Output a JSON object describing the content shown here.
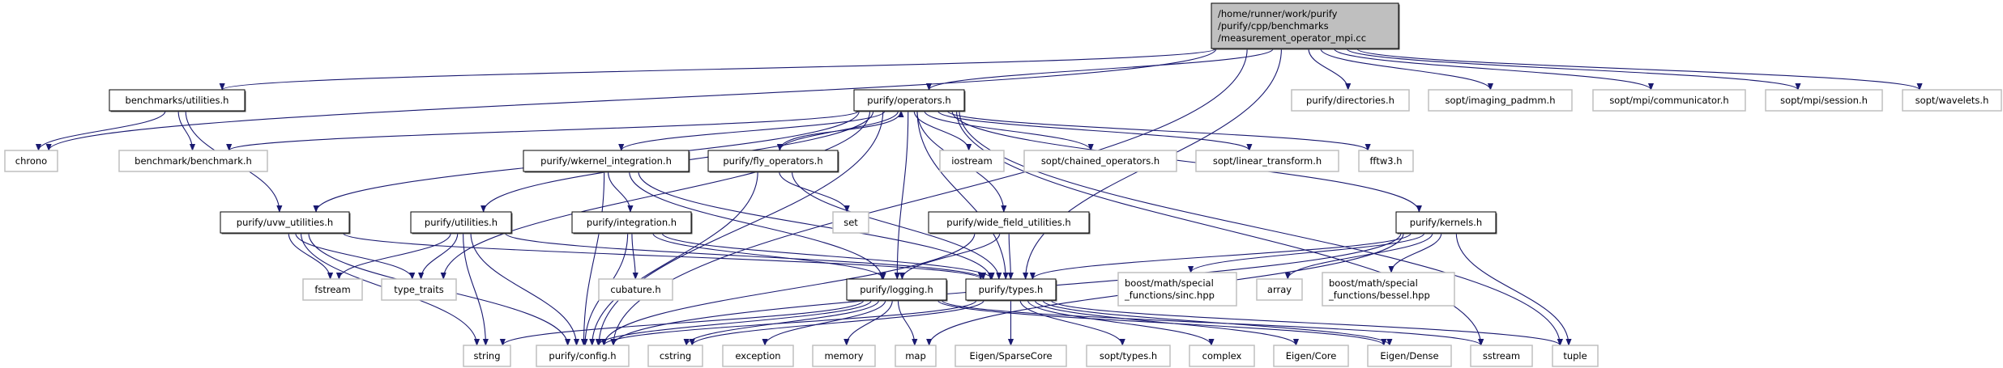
{
  "graph": {
    "edge_color": "#191970",
    "root_fill": "#bfbfbf",
    "nodes": {
      "root": {
        "label": [
          "/home/runner/work/purify",
          "/purify/cpp/benchmarks",
          "/measurement_operator_mpi.cc"
        ],
        "kind": "root"
      },
      "bench_util": {
        "label": [
          "benchmarks/utilities.h"
        ],
        "kind": "project"
      },
      "operators": {
        "label": [
          "purify/operators.h"
        ],
        "kind": "project"
      },
      "directories": {
        "label": [
          "purify/directories.h"
        ],
        "kind": "external"
      },
      "imaging_padmm": {
        "label": [
          "sopt/imaging_padmm.h"
        ],
        "kind": "external"
      },
      "communicator": {
        "label": [
          "sopt/mpi/communicator.h"
        ],
        "kind": "external"
      },
      "session": {
        "label": [
          "sopt/mpi/session.h"
        ],
        "kind": "external"
      },
      "wavelets": {
        "label": [
          "sopt/wavelets.h"
        ],
        "kind": "external"
      },
      "chrono": {
        "label": [
          "chrono"
        ],
        "kind": "external"
      },
      "benchmark": {
        "label": [
          "benchmark/benchmark.h"
        ],
        "kind": "external"
      },
      "wkernel": {
        "label": [
          "purify/wkernel_integration.h"
        ],
        "kind": "project"
      },
      "fly": {
        "label": [
          "purify/fly_operators.h"
        ],
        "kind": "project"
      },
      "iostream": {
        "label": [
          "iostream"
        ],
        "kind": "external"
      },
      "chained": {
        "label": [
          "sopt/chained_operators.h"
        ],
        "kind": "external"
      },
      "linear": {
        "label": [
          "sopt/linear_transform.h"
        ],
        "kind": "external"
      },
      "fftw3": {
        "label": [
          "fftw3.h"
        ],
        "kind": "external"
      },
      "uvw": {
        "label": [
          "purify/uvw_utilities.h"
        ],
        "kind": "project"
      },
      "utilities": {
        "label": [
          "purify/utilities.h"
        ],
        "kind": "project"
      },
      "integration": {
        "label": [
          "purify/integration.h"
        ],
        "kind": "project"
      },
      "set": {
        "label": [
          "set"
        ],
        "kind": "external"
      },
      "widefield": {
        "label": [
          "purify/wide_field_utilities.h"
        ],
        "kind": "project"
      },
      "kernels": {
        "label": [
          "purify/kernels.h"
        ],
        "kind": "project"
      },
      "fstream": {
        "label": [
          "fstream"
        ],
        "kind": "external"
      },
      "type_traits": {
        "label": [
          "type_traits"
        ],
        "kind": "external"
      },
      "cubature": {
        "label": [
          "cubature.h"
        ],
        "kind": "external"
      },
      "logging": {
        "label": [
          "purify/logging.h"
        ],
        "kind": "project"
      },
      "types": {
        "label": [
          "purify/types.h"
        ],
        "kind": "project"
      },
      "sinc": {
        "label": [
          "boost/math/special",
          "_functions/sinc.hpp"
        ],
        "kind": "external"
      },
      "array": {
        "label": [
          "array"
        ],
        "kind": "external"
      },
      "bessel": {
        "label": [
          "boost/math/special",
          "_functions/bessel.hpp"
        ],
        "kind": "external"
      },
      "string": {
        "label": [
          "string"
        ],
        "kind": "external"
      },
      "config": {
        "label": [
          "purify/config.h"
        ],
        "kind": "external"
      },
      "cstring": {
        "label": [
          "cstring"
        ],
        "kind": "external"
      },
      "exception": {
        "label": [
          "exception"
        ],
        "kind": "external"
      },
      "memory": {
        "label": [
          "memory"
        ],
        "kind": "external"
      },
      "map": {
        "label": [
          "map"
        ],
        "kind": "external"
      },
      "sparsecore": {
        "label": [
          "Eigen/SparseCore"
        ],
        "kind": "external"
      },
      "sopt_types": {
        "label": [
          "sopt/types.h"
        ],
        "kind": "external"
      },
      "complex": {
        "label": [
          "complex"
        ],
        "kind": "external"
      },
      "eigen_core": {
        "label": [
          "Eigen/Core"
        ],
        "kind": "external"
      },
      "eigen_dense": {
        "label": [
          "Eigen/Dense"
        ],
        "kind": "external"
      },
      "sstream": {
        "label": [
          "sstream"
        ],
        "kind": "external"
      },
      "tuple": {
        "label": [
          "tuple"
        ],
        "kind": "external"
      }
    },
    "edges": [
      [
        "root",
        "chrono"
      ],
      [
        "root",
        "bench_util"
      ],
      [
        "root",
        "operators"
      ],
      [
        "root",
        "config"
      ],
      [
        "root",
        "types"
      ],
      [
        "root",
        "directories"
      ],
      [
        "root",
        "imaging_padmm"
      ],
      [
        "root",
        "communicator"
      ],
      [
        "root",
        "session"
      ],
      [
        "root",
        "wavelets"
      ],
      [
        "bench_util",
        "chrono"
      ],
      [
        "bench_util",
        "benchmark"
      ],
      [
        "bench_util",
        "uvw"
      ],
      [
        "operators",
        "benchmark"
      ],
      [
        "operators",
        "uvw"
      ],
      [
        "operators",
        "utilities"
      ],
      [
        "operators",
        "type_traits"
      ],
      [
        "operators",
        "wkernel"
      ],
      [
        "operators",
        "fly"
      ],
      [
        "operators",
        "logging"
      ],
      [
        "operators",
        "iostream"
      ],
      [
        "operators",
        "widefield"
      ],
      [
        "operators",
        "chained"
      ],
      [
        "operators",
        "linear"
      ],
      [
        "operators",
        "fftw3"
      ],
      [
        "operators",
        "types"
      ],
      [
        "operators",
        "kernels"
      ],
      [
        "operators",
        "sstream"
      ],
      [
        "operators",
        "tuple"
      ],
      [
        "operators",
        "config"
      ],
      [
        "fly",
        "operators"
      ],
      [
        "fly",
        "set"
      ],
      [
        "fly",
        "config"
      ],
      [
        "fly",
        "types"
      ],
      [
        "wkernel",
        "config"
      ],
      [
        "wkernel",
        "integration"
      ],
      [
        "wkernel",
        "logging"
      ],
      [
        "wkernel",
        "types"
      ],
      [
        "uvw",
        "fstream"
      ],
      [
        "uvw",
        "type_traits"
      ],
      [
        "uvw",
        "string"
      ],
      [
        "uvw",
        "config"
      ],
      [
        "uvw",
        "types"
      ],
      [
        "utilities",
        "fstream"
      ],
      [
        "utilities",
        "type_traits"
      ],
      [
        "utilities",
        "string"
      ],
      [
        "utilities",
        "config"
      ],
      [
        "utilities",
        "types"
      ],
      [
        "integration",
        "cubature"
      ],
      [
        "integration",
        "config"
      ],
      [
        "integration",
        "logging"
      ],
      [
        "integration",
        "types"
      ],
      [
        "widefield",
        "config"
      ],
      [
        "widefield",
        "logging"
      ],
      [
        "widefield",
        "types"
      ],
      [
        "logging",
        "string"
      ],
      [
        "logging",
        "config"
      ],
      [
        "logging",
        "cstring"
      ],
      [
        "logging",
        "exception"
      ],
      [
        "logging",
        "memory"
      ],
      [
        "logging",
        "map"
      ],
      [
        "logging",
        "eigen_dense"
      ],
      [
        "logging",
        "sstream"
      ],
      [
        "types",
        "config"
      ],
      [
        "types",
        "cstring"
      ],
      [
        "types",
        "sparsecore"
      ],
      [
        "types",
        "sopt_types"
      ],
      [
        "types",
        "complex"
      ],
      [
        "types",
        "eigen_core"
      ],
      [
        "types",
        "eigen_dense"
      ],
      [
        "types",
        "tuple"
      ],
      [
        "kernels",
        "types"
      ],
      [
        "kernels",
        "sinc"
      ],
      [
        "kernels",
        "array"
      ],
      [
        "kernels",
        "bessel"
      ],
      [
        "kernels",
        "tuple"
      ],
      [
        "kernels",
        "config"
      ],
      [
        "kernels",
        "map"
      ]
    ]
  }
}
